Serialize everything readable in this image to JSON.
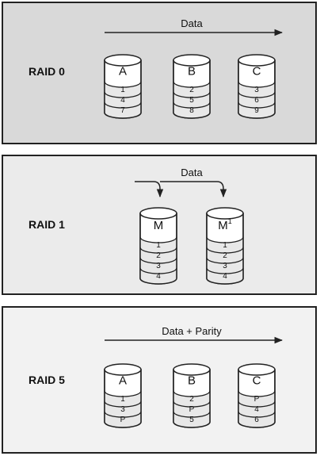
{
  "panels": [
    {
      "id": "raid0",
      "label": "RAID 0",
      "flow_label": "Data",
      "bg": "#d9d9d9",
      "disks": [
        {
          "label": "A",
          "superscript": "",
          "slots": [
            "1",
            "4",
            "7"
          ]
        },
        {
          "label": "B",
          "superscript": "",
          "slots": [
            "2",
            "5",
            "8"
          ]
        },
        {
          "label": "C",
          "superscript": "",
          "slots": [
            "3",
            "6",
            "9"
          ]
        }
      ]
    },
    {
      "id": "raid1",
      "label": "RAID 1",
      "flow_label": "Data",
      "bg": "#ebebeb",
      "disks": [
        {
          "label": "M",
          "superscript": "",
          "slots": [
            "1",
            "2",
            "3",
            "4"
          ]
        },
        {
          "label": "M",
          "superscript": "1",
          "slots": [
            "1",
            "2",
            "3",
            "4"
          ]
        }
      ]
    },
    {
      "id": "raid5",
      "label": "RAID 5",
      "flow_label": "Data + Parity",
      "bg": "#f2f2f2",
      "disks": [
        {
          "label": "A",
          "superscript": "",
          "slots": [
            "1",
            "3",
            "P"
          ]
        },
        {
          "label": "B",
          "superscript": "",
          "slots": [
            "2",
            "P",
            "5"
          ]
        },
        {
          "label": "C",
          "superscript": "",
          "slots": [
            "P",
            "4",
            "6"
          ]
        }
      ]
    }
  ],
  "colors": {
    "stroke": "#222222",
    "disk_fill": "#ffffff",
    "band_fill": "#e8e8e8",
    "text": "#111111"
  }
}
